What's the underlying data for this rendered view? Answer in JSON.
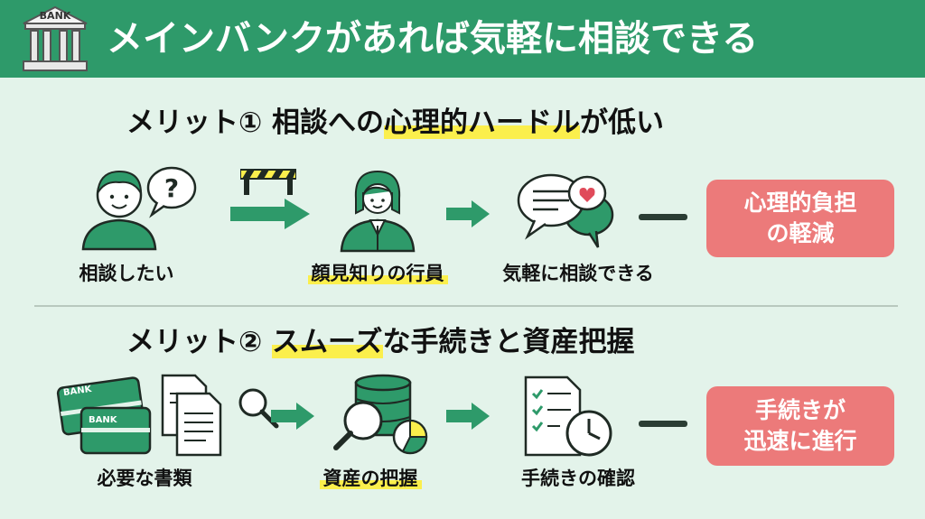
{
  "header": {
    "logo_text": "BANK",
    "title": "メインバンクがあれば気軽に相談できる"
  },
  "merit1": {
    "title_prefix": "メリット① 相談への",
    "title_highlight": "心理的ハードル",
    "title_suffix": "が低い",
    "steps": [
      "相談したい",
      "顔見知りの行員",
      "気軽に相談できる"
    ],
    "result_line1": "心理的負担",
    "result_line2": "の軽減"
  },
  "merit2": {
    "title_prefix": "メリット② ",
    "title_highlight": "スムーズ",
    "title_suffix": "な手続きと資産把握",
    "steps": [
      "必要な書類",
      "資産の把握",
      "手続きの確認"
    ],
    "card_text_1": "BANK",
    "card_text_2": "BANK",
    "result_line1": "手続きが",
    "result_line2": "迅速に進行"
  },
  "colors": {
    "green": "#2e9a6a",
    "light_bg": "#e3f3ea",
    "highlight": "#fbef4c",
    "result_red": "#ec7a7a",
    "dark": "#1f2a24"
  },
  "icons": [
    "bank-icon",
    "person-question-icon",
    "barrier-icon",
    "arrow-right-icon",
    "staff-person-icon",
    "chat-heart-icon",
    "card-icon",
    "documents-icon",
    "magnifier-icon",
    "database-chart-icon",
    "checklist-clock-icon"
  ]
}
